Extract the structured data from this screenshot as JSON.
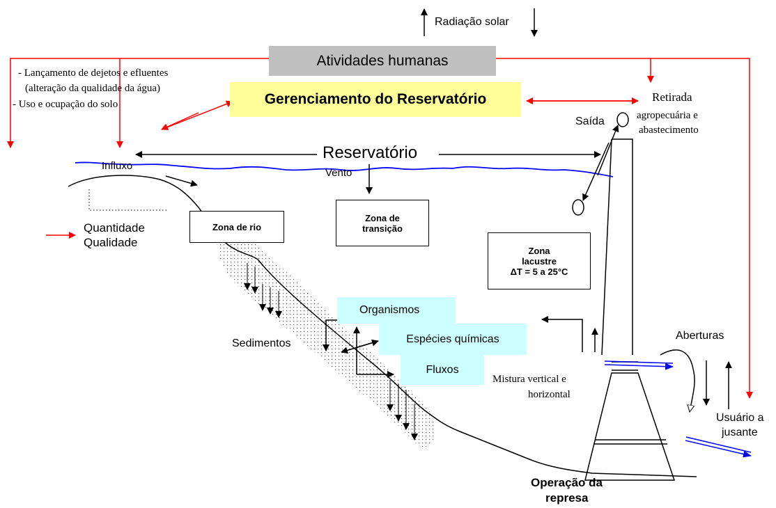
{
  "radiation": "Radiação solar",
  "human_activities": "Atividades humanas",
  "management": "Gerenciamento do Reservatório",
  "impacts": [
    "- Lançamento de dejetos e efluentes",
    "(alteração da qualidade da água)",
    "- Uso e ocupação do solo"
  ],
  "withdrawal": {
    "title": "Retirada",
    "line1": "agropecuária e",
    "line2": "abastecimento"
  },
  "outlet": "Saída",
  "reservoir": "Reservatório",
  "inflow": "Influxo",
  "wind": "Vento",
  "quantity": "Quantidade",
  "quality": "Qualidade",
  "zones": {
    "river": "Zona de rio",
    "transition_1": "Zona de",
    "transition_2": "transição",
    "lacustrine_1": "Zona",
    "lacustrine_2": "lacustre",
    "lacustrine_3": "ΔT = 5 a 25°C"
  },
  "sediments": "Sedimentos",
  "components": {
    "organisms": "Organismos",
    "chemicals": "Espécies químicas",
    "fluxes": "Fluxos"
  },
  "mixing_1": "Mistura vertical e",
  "mixing_2": "horizontal",
  "openings": "Aberturas",
  "downstream_1": "Usuário a",
  "downstream_2": "jusante",
  "dam_op_1": "Operação da",
  "dam_op_2": "represa",
  "colors": {
    "red_arrows": "#ff0000",
    "water": "#0000ff",
    "activities_box": "#c0c0c0",
    "management_box": "#ffff99",
    "components_box": "#ccffff"
  }
}
